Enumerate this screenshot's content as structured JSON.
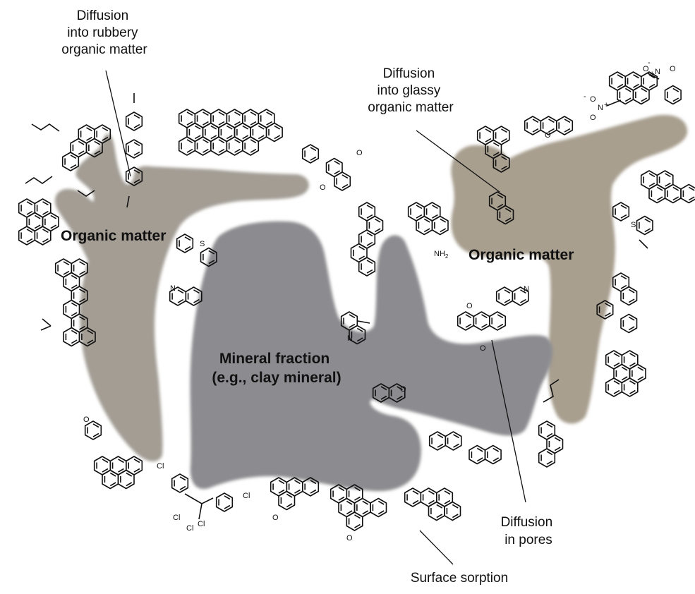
{
  "labels": {
    "diffusion_rubbery": [
      "Diffusion",
      "into rubbery",
      "organic matter"
    ],
    "diffusion_glassy": [
      "Diffusion",
      "into glassy",
      "organic matter"
    ],
    "organic_matter_left": "Organic matter",
    "organic_matter_right": "Organic matter",
    "mineral_fraction": [
      "Mineral fraction",
      "(e.g., clay mineral)"
    ],
    "diffusion_pores": [
      "Diffusion",
      "in pores"
    ],
    "surface_sorption": "Surface sorption"
  },
  "chemical_labels": {
    "amine": "NH",
    "amine_subscript": "2",
    "nitrogen": "N",
    "oxygen": "O",
    "sulfur": "S",
    "chlorine": "Cl",
    "nitro_plus": "+",
    "nitro_minus": "-"
  },
  "colors": {
    "organic_left": "#a39d94",
    "organic_right": "#a89f8f",
    "mineral": "#8c8c90",
    "ink": "#111111"
  },
  "icons": [
    "aromatic-hydrocarbon-molecule-icon"
  ]
}
